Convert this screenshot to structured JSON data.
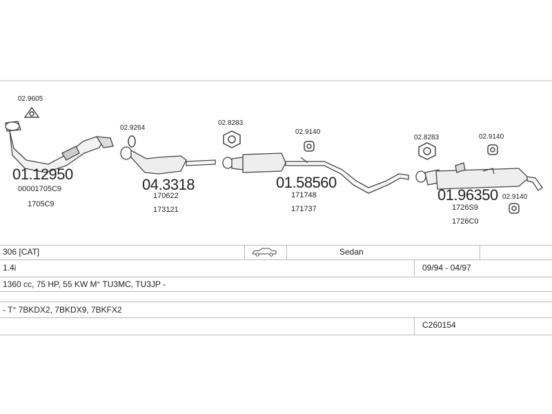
{
  "parts": {
    "p1": {
      "code": "01.12950",
      "refs": [
        "00001705C9",
        "1705C9"
      ],
      "accessory": "02.9605"
    },
    "p2": {
      "code": "04.3318",
      "refs": [
        "170622",
        "173121"
      ],
      "accessory": "02.9264"
    },
    "p3": {
      "code": "01.58560",
      "refs": [
        "171748",
        "171737"
      ],
      "accessory_a": "02.8283",
      "accessory_b": "02.9140"
    },
    "p4": {
      "code": "01.96350",
      "refs": [
        "1726S9",
        "1726C0"
      ],
      "accessory_a": "02.8283",
      "accessory_b": "02.9140",
      "accessory_c": "02.9140"
    }
  },
  "info": {
    "model": "306  [CAT]",
    "body": "Sedan",
    "engine": "1.4i",
    "years": "09/94 - 04/97",
    "spec": "1360 cc, 75 HP, 55 KW M° TU3MC, TU3JP -",
    "types": "- T° 7BKDX2, 7BKDX9, 7BKFX2",
    "catalog": "C260154"
  }
}
